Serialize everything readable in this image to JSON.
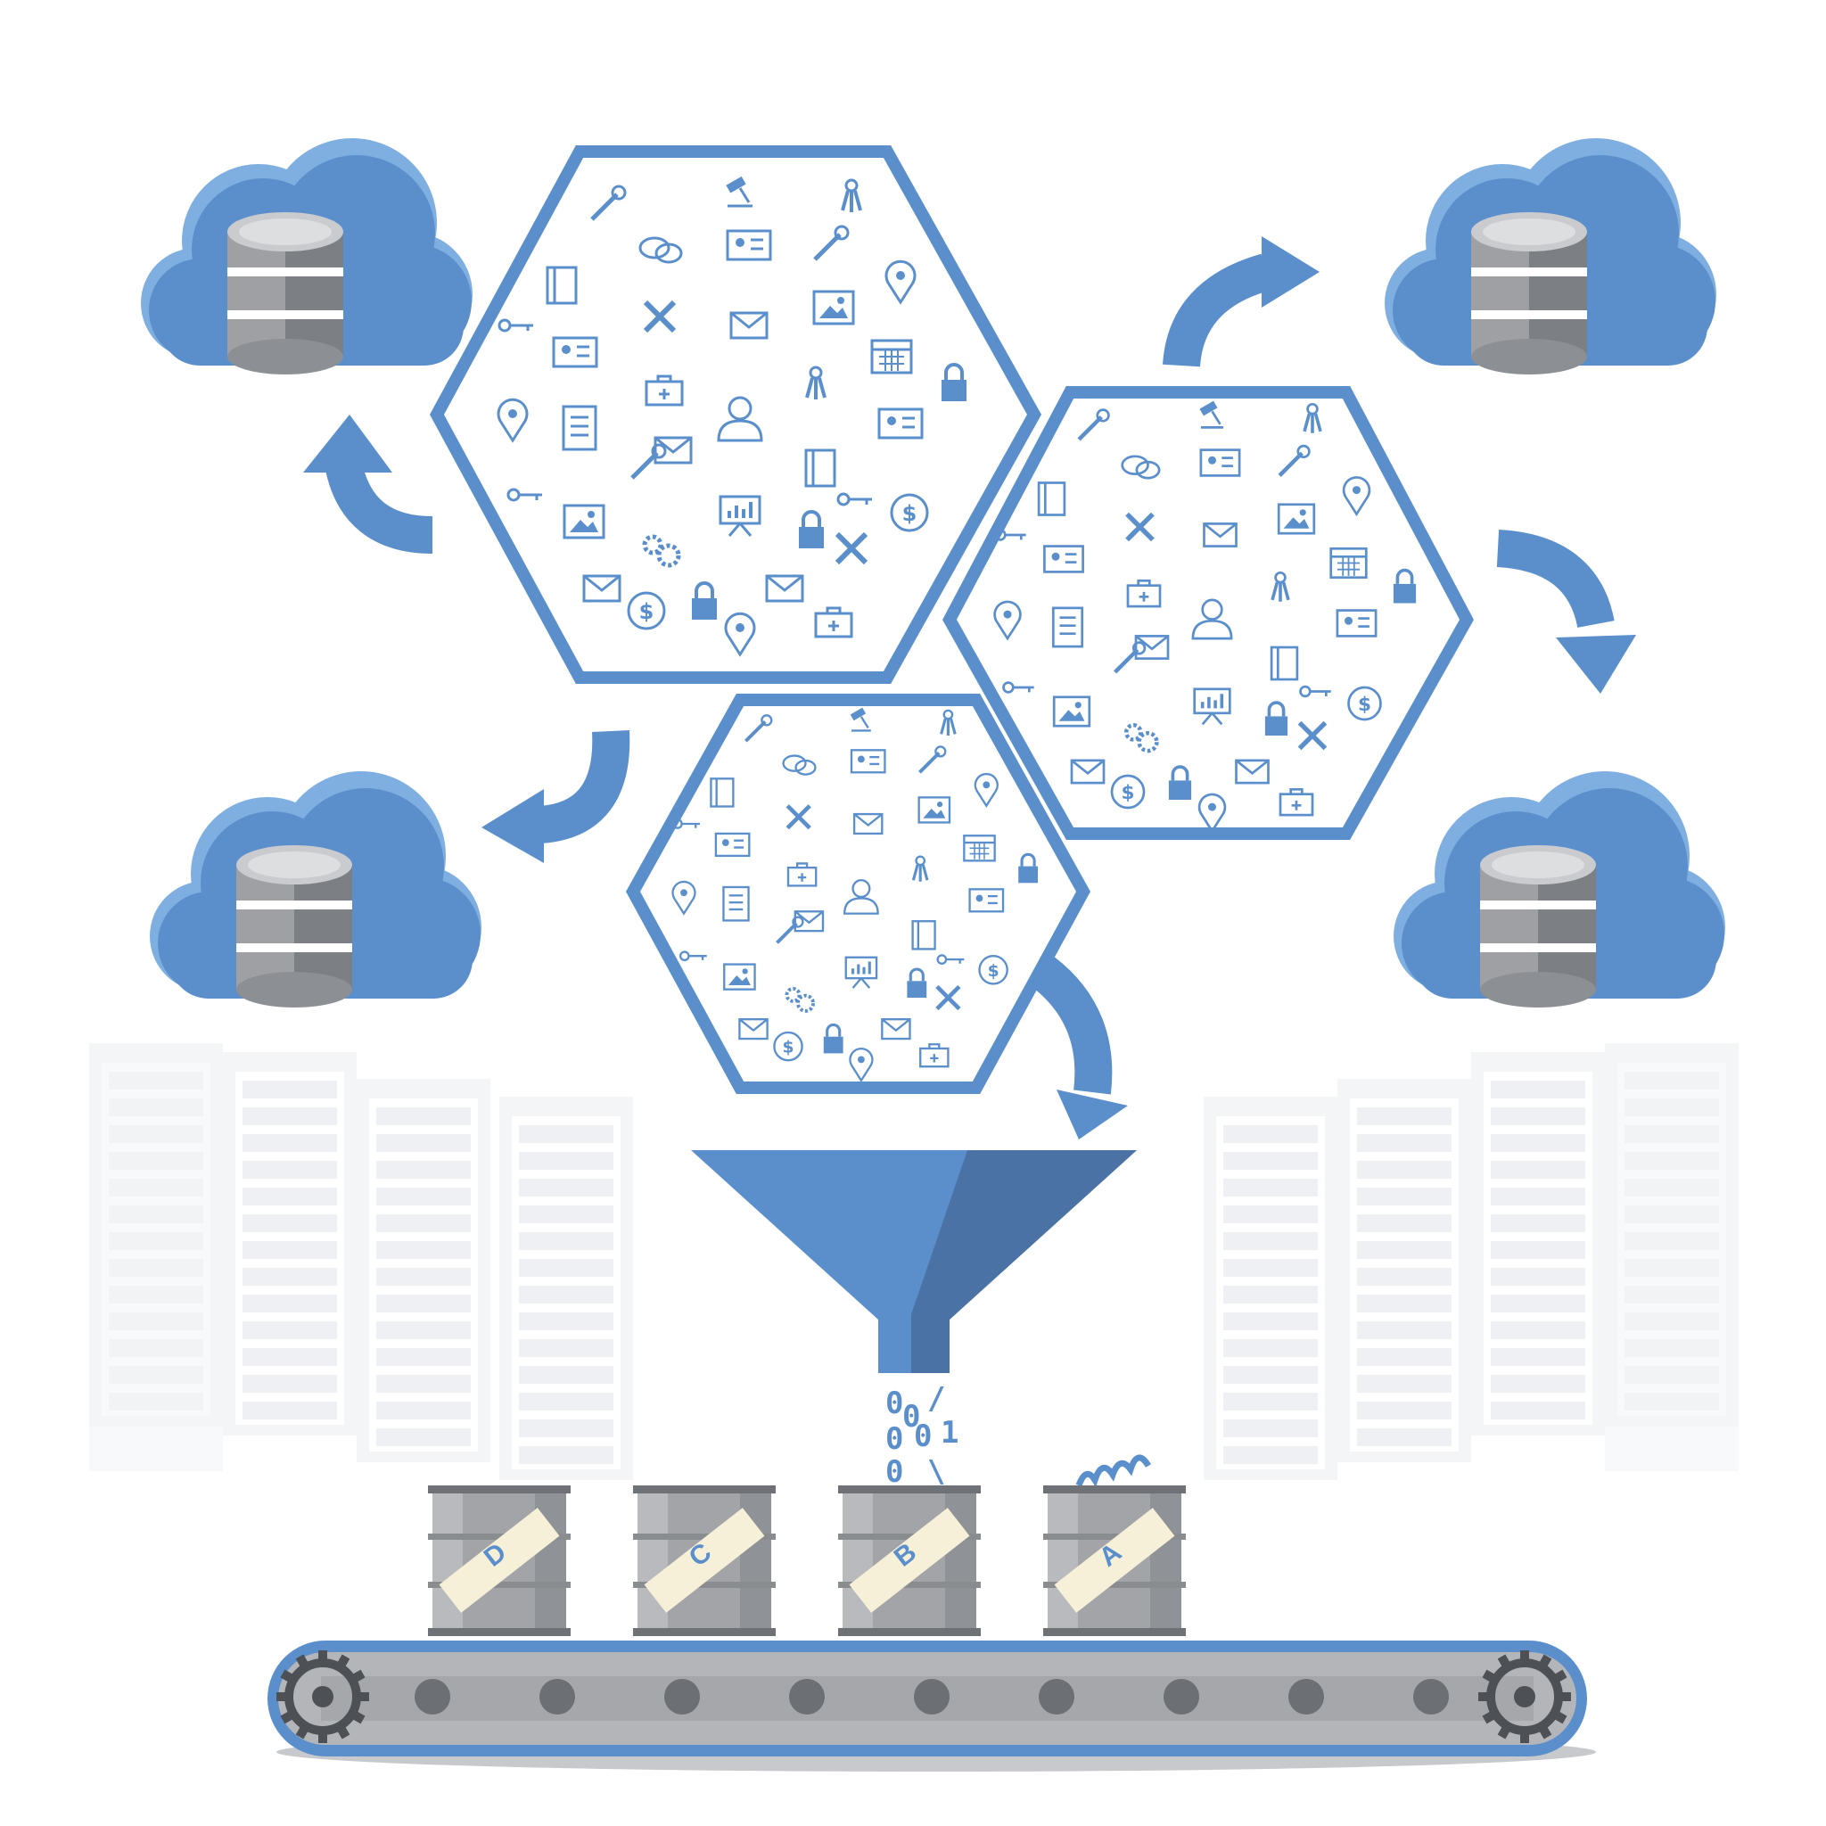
{
  "colors": {
    "blue": "#5b8fcc",
    "blue_light": "#7faee0",
    "blue_dark": "#4a72a5",
    "gray": "#9ea0a3",
    "gray_dark": "#7c7f83",
    "tape": "#f6f0d8",
    "server": "#f4f5f7"
  },
  "icons": [
    "wrench-icon",
    "gavel-icon",
    "keys-icon",
    "chat-icon",
    "id-card-icon",
    "book-icon",
    "location-pin-icon",
    "tools-icon",
    "envelope-icon",
    "image-icon",
    "key-icon",
    "calendar-icon",
    "lock-icon",
    "document-icon",
    "first-aid-icon",
    "user-icon",
    "presentation-icon",
    "dollar-icon",
    "gears-icon"
  ],
  "barrels": [
    {
      "label": "D"
    },
    {
      "label": "C"
    },
    {
      "label": "B"
    },
    {
      "label": "A"
    }
  ],
  "binary_stream": [
    "0",
    "/",
    "0",
    "0",
    "1",
    "0",
    "0",
    "\\"
  ]
}
